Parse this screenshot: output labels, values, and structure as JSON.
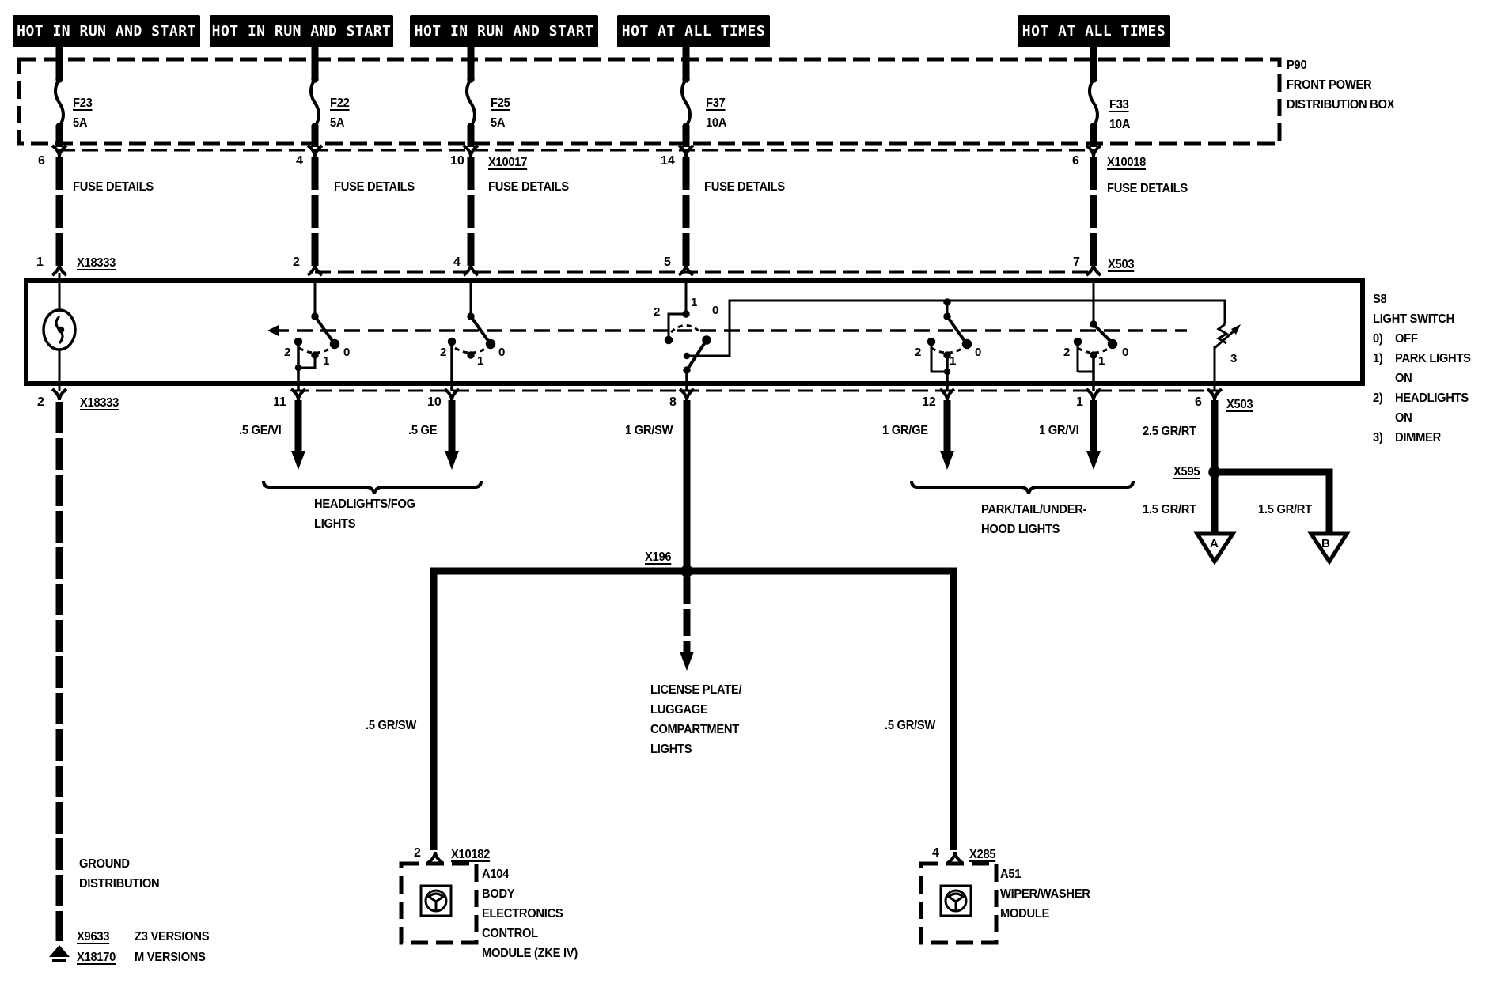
{
  "diagram": {
    "type": "wiring-schematic",
    "subject": "Light switch circuit"
  },
  "power_labels": [
    {
      "id": "hot1",
      "text": "HOT IN RUN AND START"
    },
    {
      "id": "hot2",
      "text": "HOT IN RUN AND START"
    },
    {
      "id": "hot3",
      "text": "HOT IN RUN AND START"
    },
    {
      "id": "hot4",
      "text": "HOT AT ALL TIMES"
    },
    {
      "id": "hot5",
      "text": "HOT AT ALL TIMES"
    }
  ],
  "fuse_box": {
    "id": "P90",
    "name_line1": "FRONT POWER",
    "name_line2": "DISTRIBUTION BOX",
    "fuses": [
      {
        "fuse": "F23",
        "rating": "5A",
        "pin": "6",
        "connector": "",
        "details": "FUSE DETAILS"
      },
      {
        "fuse": "F22",
        "rating": "5A",
        "pin": "4",
        "connector": "",
        "details": "FUSE DETAILS"
      },
      {
        "fuse": "F25",
        "rating": "5A",
        "pin": "10",
        "connector": "X10017",
        "details": "FUSE DETAILS"
      },
      {
        "fuse": "F37",
        "rating": "10A",
        "pin": "14",
        "connector": "",
        "details": "FUSE DETAILS"
      },
      {
        "fuse": "F33",
        "rating": "10A",
        "pin": "6",
        "connector": "X10018",
        "details": "FUSE DETAILS"
      }
    ]
  },
  "switch": {
    "id": "S8",
    "name": "LIGHT SWITCH",
    "positions": [
      {
        "num": "0)",
        "label": "OFF"
      },
      {
        "num": "1)",
        "label": "PARK LIGHTS\nON"
      },
      {
        "num": "2)",
        "label": "HEADLIGHTS\nON"
      },
      {
        "num": "3)",
        "label": "DIMMER"
      }
    ],
    "top_pins": [
      {
        "pin": "1",
        "connector": "X18333"
      },
      {
        "pin": "2",
        "connector": ""
      },
      {
        "pin": "4",
        "connector": ""
      },
      {
        "pin": "5",
        "connector": ""
      },
      {
        "pin": "7",
        "connector": "X503"
      }
    ],
    "bottom_pins": [
      {
        "pin": "2",
        "connector": "X18333"
      },
      {
        "pin": "11",
        "connector": ""
      },
      {
        "pin": "10",
        "connector": ""
      },
      {
        "pin": "8",
        "connector": ""
      },
      {
        "pin": "12",
        "connector": ""
      },
      {
        "pin": "1",
        "connector": ""
      },
      {
        "pin": "6",
        "connector": "X503"
      }
    ],
    "contact_labels": {
      "c0": "0",
      "c1": "1",
      "c2": "2",
      "c3": "3"
    }
  },
  "wires": {
    "w11": ".5 GE/VI",
    "w10": ".5 GE",
    "w8": "1 GR/SW",
    "w12": "1 GR/GE",
    "w1": "1 GR/VI",
    "w6": "2.5 GR/RT",
    "wA": "1.5 GR/RT",
    "wB": "1.5 GR/RT",
    "wL": ".5 GR/SW",
    "wR": ".5 GR/SW"
  },
  "loads": {
    "headlights": "HEADLIGHTS/FOG\nLIGHTS",
    "park": "PARK/TAIL/UNDER-\nHOOD LIGHTS",
    "license": "LICENSE PLATE/\nLUGGAGE\nCOMPARTMENT\nLIGHTS"
  },
  "splices": {
    "x196": "X196",
    "x595": "X595"
  },
  "offpage": {
    "a": "A",
    "b": "B"
  },
  "modules": [
    {
      "pin": "2",
      "connector": "X10182",
      "id": "A104",
      "name": "BODY\nELECTRONICS\nCONTROL\nMODULE (ZKE IV)"
    },
    {
      "pin": "4",
      "connector": "X285",
      "id": "A51",
      "name": "WIPER/WASHER\nMODULE"
    }
  ],
  "ground": {
    "label": "GROUND\nDISTRIBUTION",
    "points": [
      {
        "connector": "X9633",
        "note": "Z3 VERSIONS"
      },
      {
        "connector": "X18170",
        "note": "M VERSIONS"
      }
    ]
  }
}
